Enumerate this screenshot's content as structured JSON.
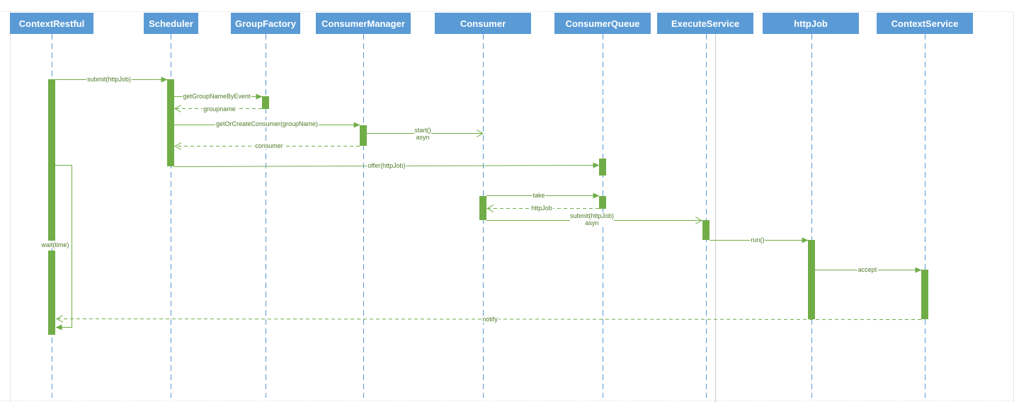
{
  "participants": [
    {
      "id": "contextrestful",
      "label": "ContextRestful"
    },
    {
      "id": "scheduler",
      "label": "Scheduler"
    },
    {
      "id": "groupfactory",
      "label": "GroupFactory"
    },
    {
      "id": "consumermanager",
      "label": "ConsumerManager"
    },
    {
      "id": "consumer",
      "label": "Consumer"
    },
    {
      "id": "consumerqueue",
      "label": "ConsumerQueue"
    },
    {
      "id": "executeservice",
      "label": "ExecuteService"
    },
    {
      "id": "httpjob",
      "label": "httpJob"
    },
    {
      "id": "contextservice",
      "label": "ContextService"
    }
  ],
  "messages": [
    {
      "id": "submit-httpjob",
      "label": "submit(httpJob)",
      "from": "contextrestful",
      "to": "scheduler",
      "style": "solid"
    },
    {
      "id": "get-group-name",
      "label": "getGroupNameByEvent",
      "from": "scheduler",
      "to": "groupfactory",
      "style": "solid"
    },
    {
      "id": "groupname-return",
      "label": "groupname",
      "from": "groupfactory",
      "to": "scheduler",
      "style": "dashed"
    },
    {
      "id": "get-or-create-consumer",
      "label": "getOrCreateConsumer(groupName)",
      "from": "scheduler",
      "to": "consumermanager",
      "style": "solid"
    },
    {
      "id": "start-asyn",
      "label": "start()",
      "label2": "asyn",
      "from": "consumermanager",
      "to": "consumer",
      "style": "open"
    },
    {
      "id": "consumer-return",
      "label": "consumer",
      "from": "consumermanager",
      "to": "scheduler",
      "style": "dashed"
    },
    {
      "id": "offer-httpjob",
      "label": "offer(httpJob)",
      "from": "scheduler",
      "to": "consumerqueue",
      "style": "solid"
    },
    {
      "id": "take",
      "label": "take",
      "from": "consumer",
      "to": "consumerqueue",
      "style": "solid"
    },
    {
      "id": "httpjob-return",
      "label": "httpJob",
      "from": "consumerqueue",
      "to": "consumer",
      "style": "dashed"
    },
    {
      "id": "submit-httpjob-asyn",
      "label": "submit(httpJob)",
      "label2": "asyn",
      "from": "consumer",
      "to": "executeservice",
      "style": "open"
    },
    {
      "id": "run",
      "label": "run()",
      "from": "executeservice",
      "to": "httpjob",
      "style": "solid"
    },
    {
      "id": "accept",
      "label": "accept",
      "from": "httpjob",
      "to": "contextservice",
      "style": "solid"
    },
    {
      "id": "notify",
      "label": "notify",
      "from": "contextservice",
      "to": "contextrestful",
      "style": "dashed"
    },
    {
      "id": "wait-time",
      "label": "wait(time)",
      "from": "contextrestful",
      "to": "contextrestful",
      "style": "self"
    }
  ],
  "colors": {
    "header_bg": "#5b9bd5",
    "header_text": "#ffffff",
    "lifeline": "#5b9bd5",
    "activation": "#70ad47",
    "arrow": "#70ad47",
    "label_text": "#4f7a28"
  }
}
